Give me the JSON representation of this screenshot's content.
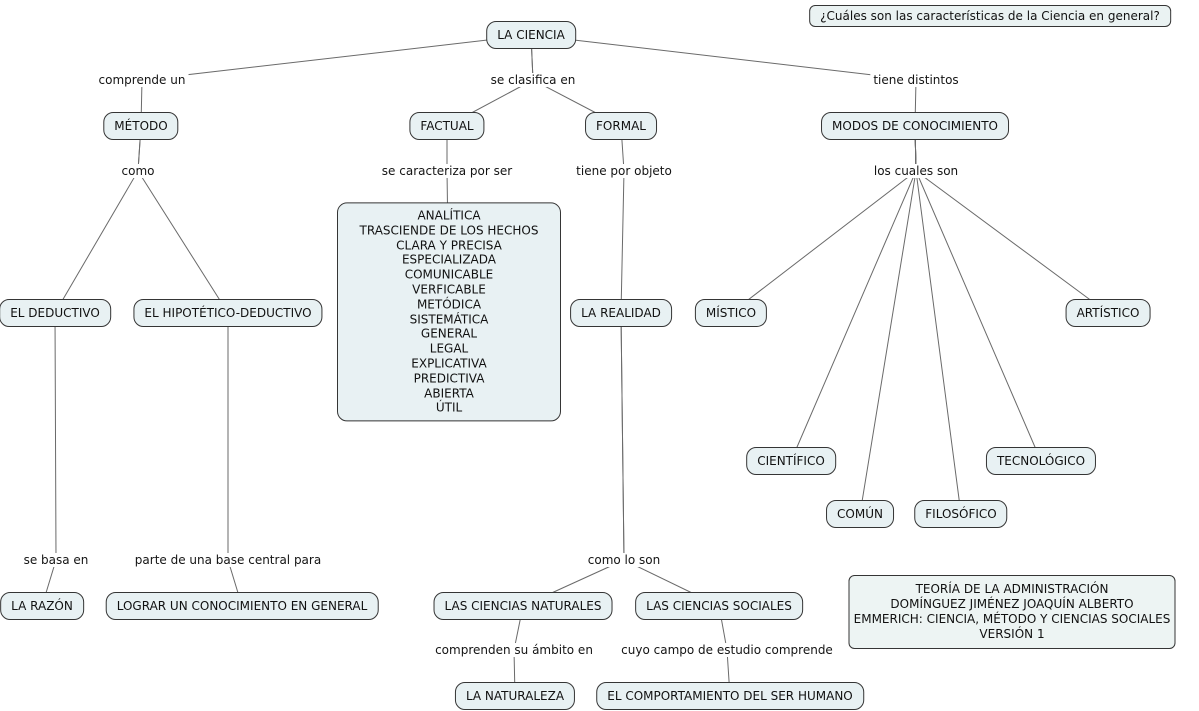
{
  "annotation": {
    "question": "¿Cuáles son las características de la Ciencia en general?"
  },
  "nodes": {
    "ciencia": "LA CIENCIA",
    "metodo": "MÉTODO",
    "factual": "FACTUAL",
    "formal": "FORMAL",
    "modos": "MODOS DE CONOCIMIENTO",
    "deductivo": "EL DEDUCTIVO",
    "hipotetico": "EL HIPOTÉTICO-DEDUCTIVO",
    "realidad": "LA REALIDAD",
    "mistico": "MÍSTICO",
    "artistico": "ARTÍSTICO",
    "cientifico": "CIENTÍFICO",
    "tecnologico": "TECNOLÓGICO",
    "comun": "COMÚN",
    "filosofico": "FILOSÓFICO",
    "razon": "LA RAZÓN",
    "lograr": "LOGRAR UN CONOCIMIENTO EN GENERAL",
    "ciencias_naturales": "LAS CIENCIAS NATURALES",
    "ciencias_sociales": "LAS CIENCIAS SOCIALES",
    "naturaleza": "LA NATURALEZA",
    "comportamiento": "EL COMPORTAMIENTO DEL SER HUMANO"
  },
  "caracteristicas": [
    "ANALÍTICA",
    "TRASCIENDE DE LOS HECHOS",
    "CLARA Y PRECISA",
    "ESPECIALIZADA",
    "COMUNICABLE",
    "VERFICABLE",
    "METÓDICA",
    "SISTEMÁTICA",
    "GENERAL",
    "LEGAL",
    "EXPLICATIVA",
    "PREDICTIVA",
    "ABIERTA",
    "ÚTIL"
  ],
  "link_labels": {
    "comprende_un": "comprende un",
    "se_clasifica_en": "se clasifica en",
    "tiene_distintos": "tiene distintos",
    "como": "como",
    "se_caracteriza_por_ser": "se caracteriza por ser",
    "tiene_por_objeto": "tiene por objeto",
    "los_cuales_son": "los cuales son",
    "se_basa_en": "se basa en",
    "parte_de_una_base_central_para": "parte de una base central para",
    "como_lo_son": "como lo son",
    "comprenden_su_ambito_en": "comprenden su ámbito en",
    "cuyo_campo_de_estudio_comprende": "cuyo campo de estudio comprende"
  },
  "credits": [
    "TEORÍA DE LA ADMINISTRACIÓN",
    "DOMÍNGUEZ JIMÉNEZ JOAQUÍN ALBERTO",
    "EMMERICH: CIENCIA, MÉTODO Y CIENCIAS SOCIALES",
    "VERSIÓN 1"
  ],
  "colors": {
    "node_fill": "#e8f1f3",
    "node_border": "#353535",
    "line": "#6a6a6a",
    "background": "#ffffff"
  }
}
